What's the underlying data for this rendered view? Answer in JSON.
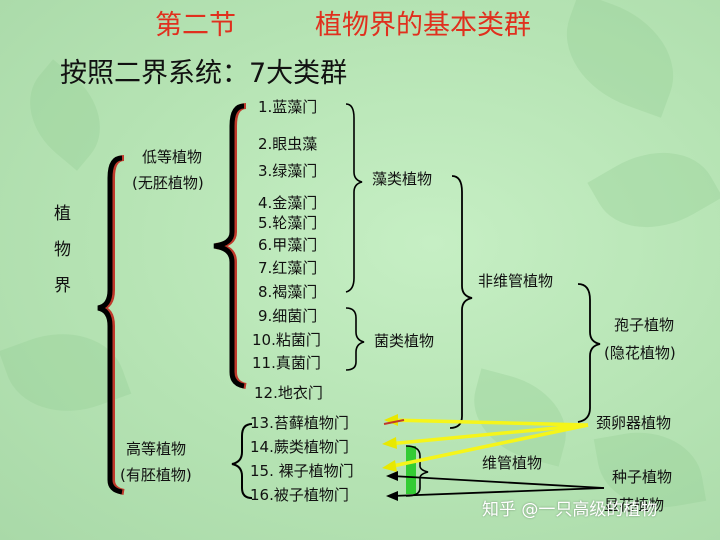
{
  "slide": {
    "title_section": "第二节",
    "title_main": "植物界的基本类群",
    "subtitle": "按照二界系统：7大类群",
    "root": [
      "植",
      "物",
      "界"
    ],
    "lower_plants": {
      "name": "低等植物",
      "alt": "(无胚植物)"
    },
    "higher_plants": {
      "name": "高等植物",
      "alt": "(有胚植物)"
    },
    "phyla": [
      "1.蓝藻门",
      "2.眼虫藻",
      "3.绿藻门",
      "4.金藻门",
      "5.轮藻门",
      "6.甲藻门",
      "7.红藻门",
      "8.褐藻门",
      "9.细菌门",
      "10.粘菌门",
      "11.真菌门",
      "12.地衣门",
      "13.苔藓植物门",
      "14.蕨类植物门",
      "15. 裸子植物门",
      "16.被子植物门"
    ],
    "groups": {
      "algae": "藻类植物",
      "fungi": "菌类植物",
      "nonvascular": "非维管植物",
      "vascular": "维管植物",
      "spore": "孢子植物",
      "cryptogam": "(隐花植物)",
      "archegonium": "颈卵器植物",
      "seed": "种子植物",
      "seed_alt": "显花植物"
    },
    "watermark": "知乎 @一只高级的植物",
    "colors": {
      "title": "#e0301e",
      "arrow": "#f5f51a",
      "green_bar": "#33cc33",
      "bracket": "#000000",
      "bracket_shadow": "#c0392b"
    }
  }
}
